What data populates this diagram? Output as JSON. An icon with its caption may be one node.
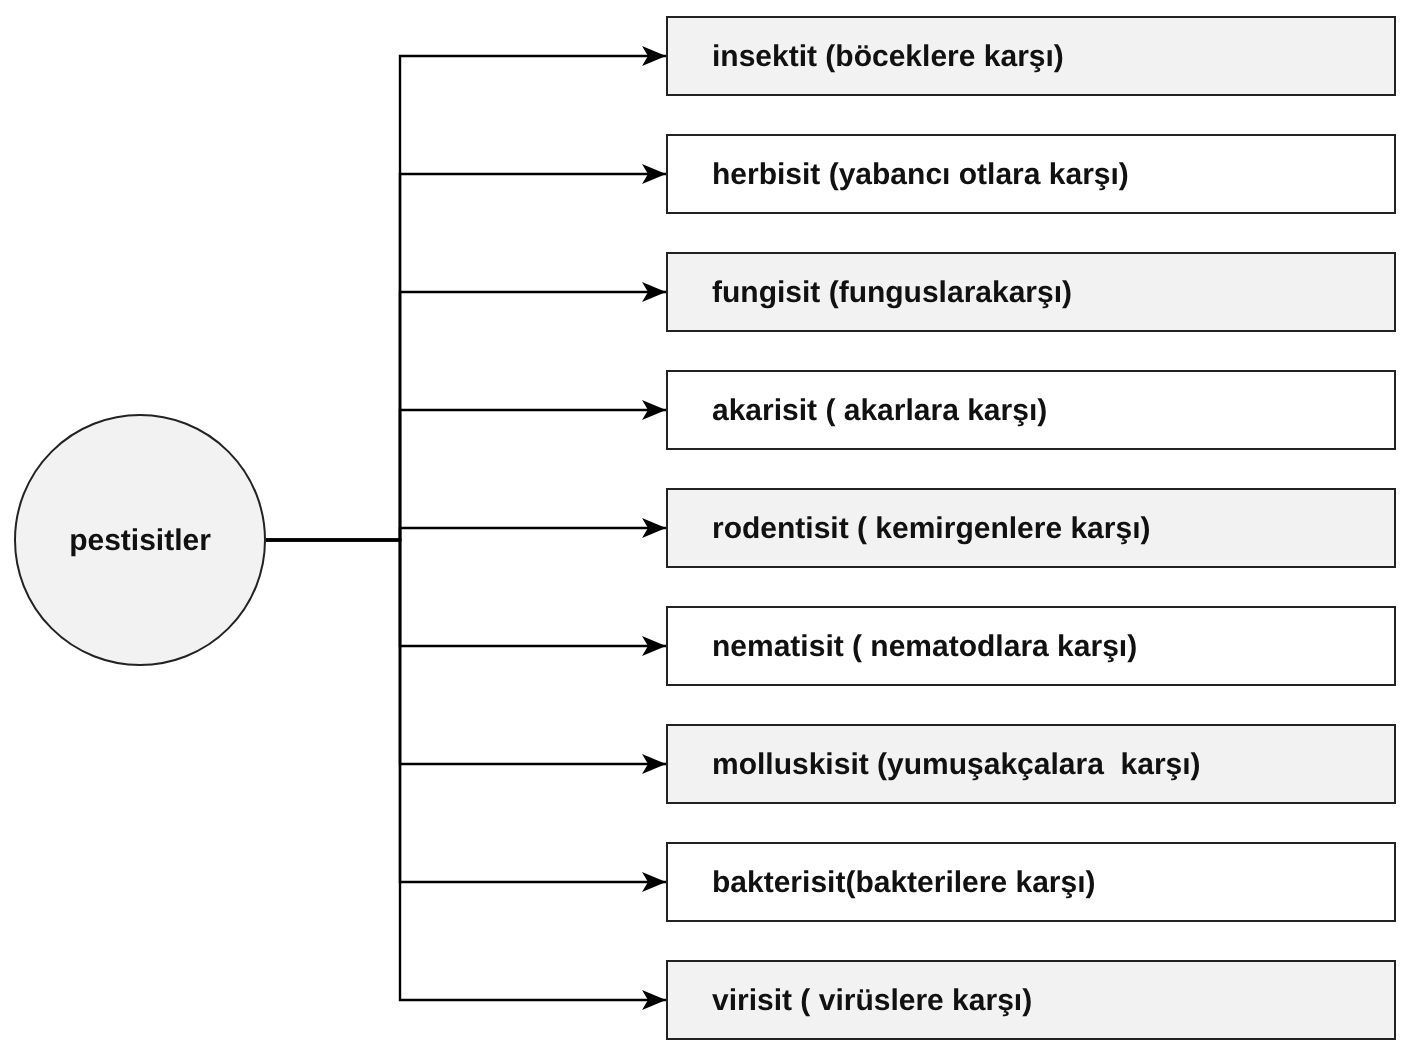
{
  "diagram": {
    "nodes": [
      {
        "text": [
          "pestisitler"
        ]
      },
      {
        "text": [
          "insektit (böceklere karşı)"
        ]
      },
      {
        "text": [
          "herbisit (yabancı otlara karşı)"
        ]
      },
      {
        "text": [
          "fungisit (funguslarakarşı)"
        ]
      },
      {
        "text": [
          "akarisit ( akarlara karşı)"
        ]
      },
      {
        "text": [
          "rodentisit ( kemirgenlere karşı)"
        ]
      },
      {
        "text": [
          "nematisit ( nematodlara karşı)"
        ]
      },
      {
        "text": [
          "molluskisit (yumuşakçalara  karşı)"
        ]
      },
      {
        "text": [
          "bakterisit(bakterilere karşı)"
        ]
      },
      {
        "text": [
          "virisit ( virüslere karşı)"
        ]
      }
    ],
    "edges": [
      {
        "from": 0,
        "to": 1,
        "arrow": "to"
      },
      {
        "from": 0,
        "to": 2,
        "arrow": "to"
      },
      {
        "from": 0,
        "to": 3,
        "arrow": "to"
      },
      {
        "from": 0,
        "to": 4,
        "arrow": "to"
      },
      {
        "from": 0,
        "to": 5,
        "arrow": "to"
      },
      {
        "from": 0,
        "to": 6,
        "arrow": "to"
      },
      {
        "from": 0,
        "to": 7,
        "arrow": "to"
      },
      {
        "from": 0,
        "to": 8,
        "arrow": "to"
      },
      {
        "from": 0,
        "to": 9,
        "arrow": "to"
      }
    ]
  }
}
